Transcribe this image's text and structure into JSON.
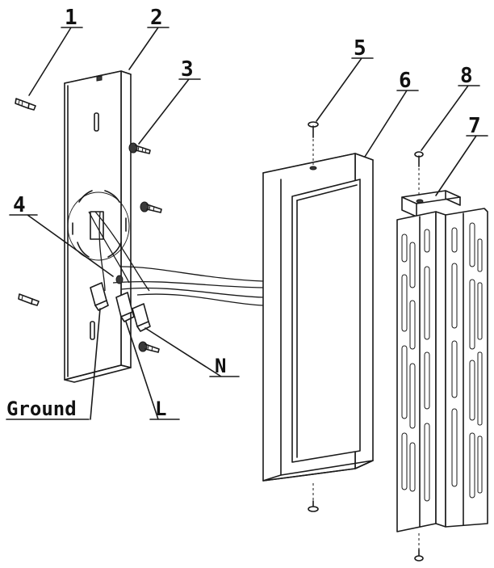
{
  "callouts": {
    "c1": "1",
    "c2": "2",
    "c3": "3",
    "c4": "4",
    "c5": "5",
    "c6": "6",
    "c7": "7",
    "c8": "8"
  },
  "wire_labels": {
    "ground": "Ground",
    "live": "L",
    "neutral": "N"
  }
}
